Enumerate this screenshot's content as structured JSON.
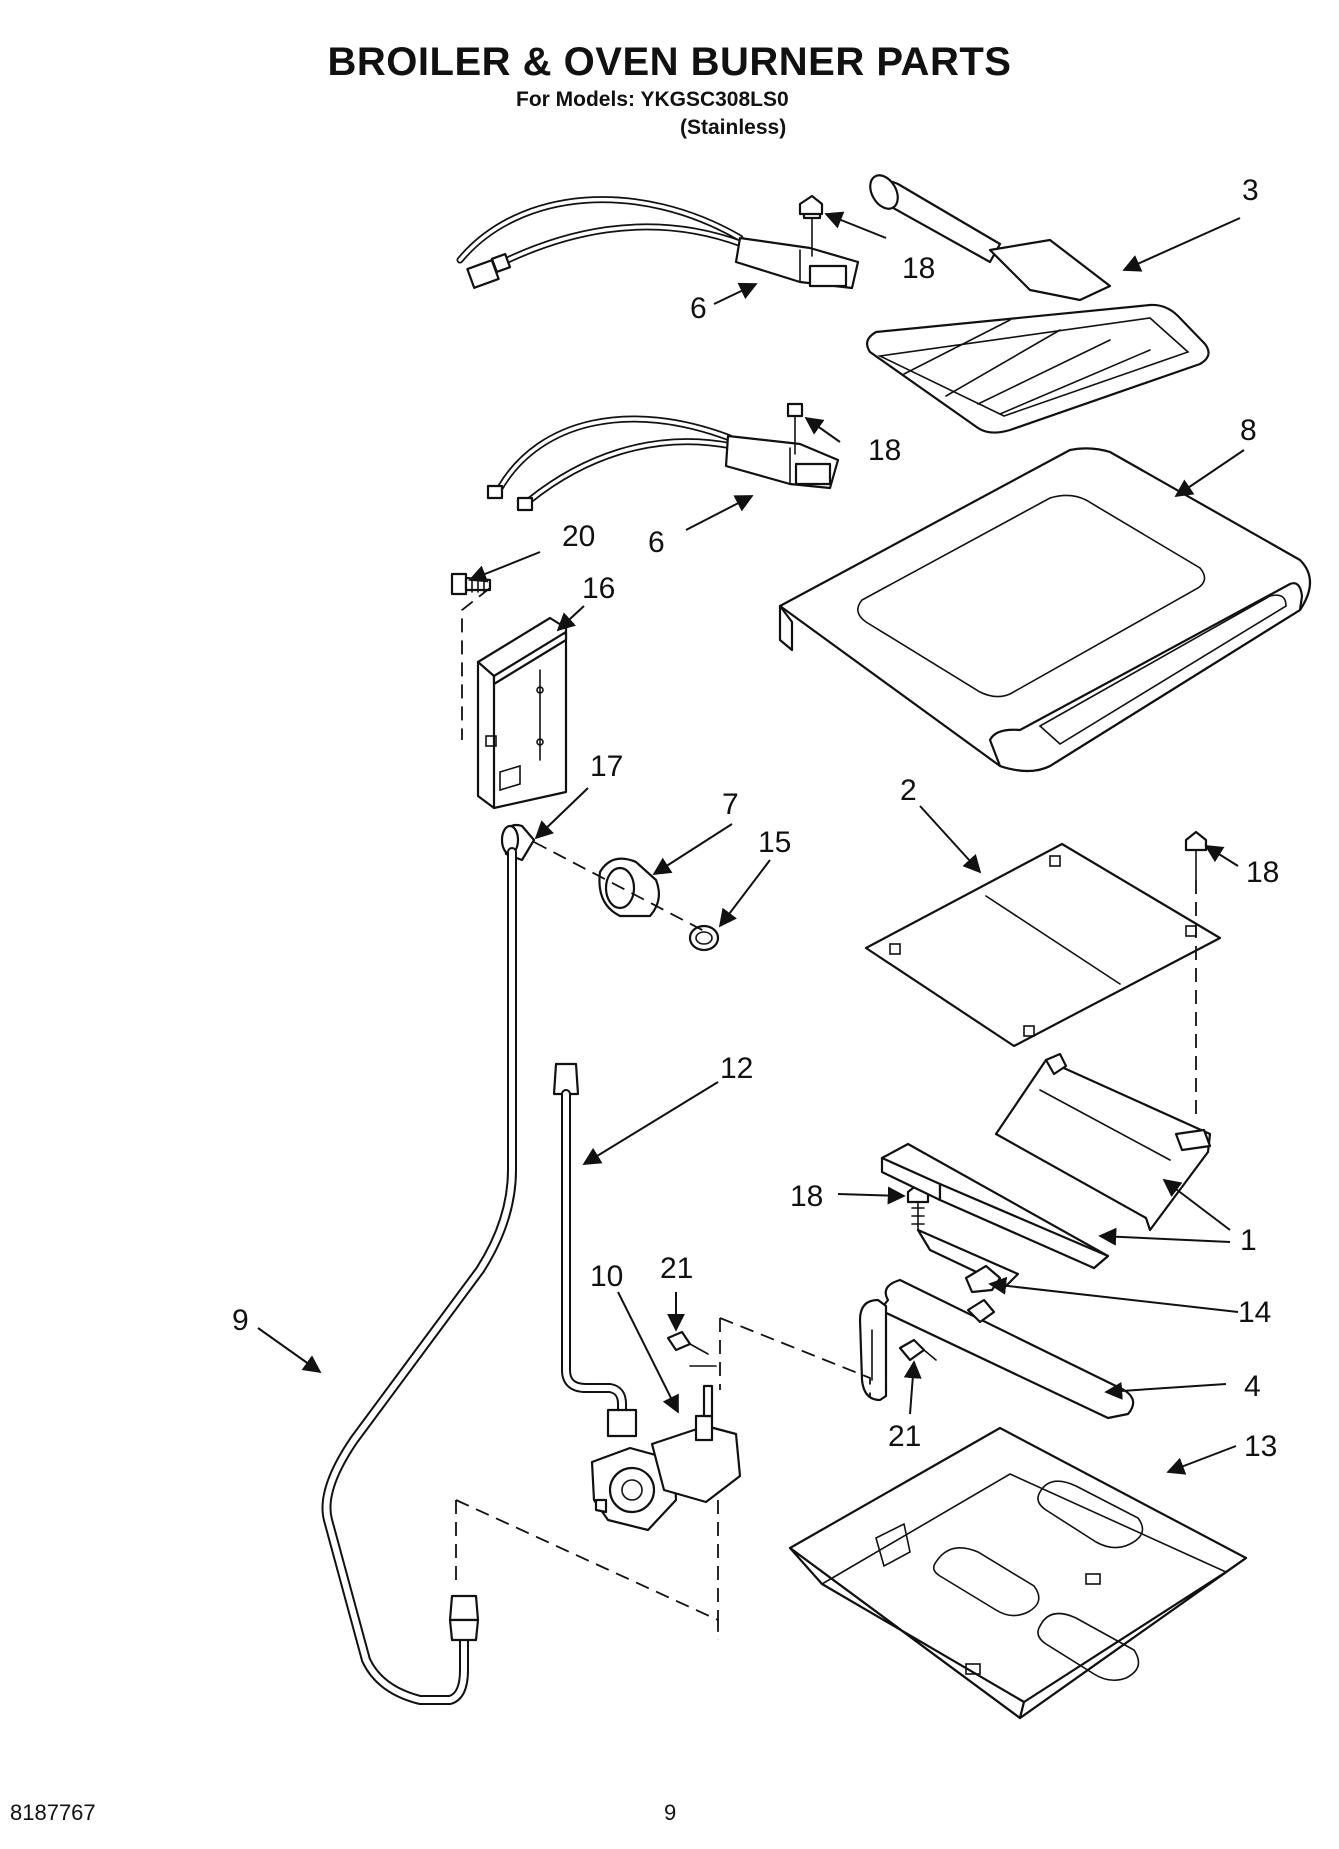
{
  "header": {
    "title": "BROILER & OVEN BURNER PARTS",
    "models_line": "For Models: YKGSC308LS0",
    "variant_line": "(Stainless)"
  },
  "footer": {
    "doc_number": "8187767",
    "page_number": "9"
  },
  "callouts": {
    "c3": "3",
    "c18a": "18",
    "c6a": "6",
    "c18b": "18",
    "c8": "8",
    "c20": "20",
    "c6b": "6",
    "c16": "16",
    "c17": "17",
    "c7": "7",
    "c15": "15",
    "c2": "2",
    "c18c": "18",
    "c12": "12",
    "c18d": "18",
    "c1": "1",
    "c10": "10",
    "c21a": "21",
    "c14": "14",
    "c9": "9",
    "c4": "4",
    "c21b": "21",
    "c13": "13"
  }
}
